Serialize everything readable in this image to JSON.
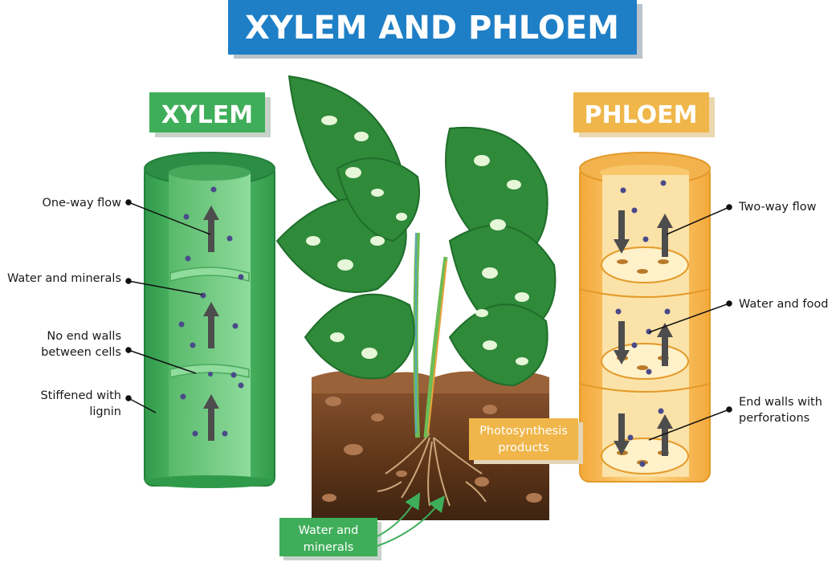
{
  "title": "XYLEM AND PHLOEM",
  "xylem": {
    "heading": "XYLEM",
    "labels": {
      "one_way_flow": "One-way flow",
      "water_minerals": "Water and minerals",
      "no_end_walls_1": "No end walls",
      "no_end_walls_2": "between cells",
      "stiffened_1": "Stiffened with",
      "stiffened_2": "lignin"
    }
  },
  "phloem": {
    "heading": "PHLOEM",
    "labels": {
      "two_way_flow": "Two-way flow",
      "water_food": "Water and food",
      "end_walls_1": "End walls with",
      "end_walls_2": "perforations"
    }
  },
  "plant": {
    "photosynthesis_1": "Photosynthesis",
    "photosynthesis_2": "products",
    "water_minerals_1": "Water and",
    "water_minerals_2": "minerals"
  },
  "colors": {
    "title_bg": "#1e7fc6",
    "xylem_green": "#3fae5a",
    "phloem_orange": "#f0b64a",
    "soil": "#6b3d1e"
  }
}
